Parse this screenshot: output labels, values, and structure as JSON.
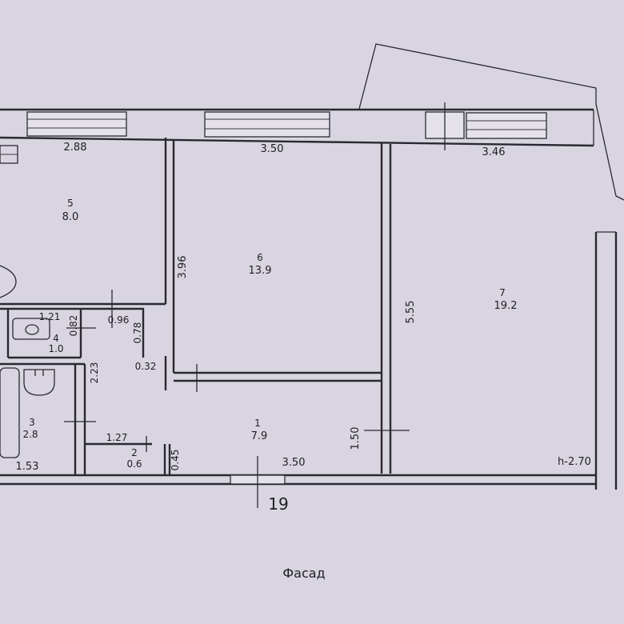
{
  "rooms": [
    {
      "number": "5",
      "area": "8.0"
    },
    {
      "number": "6",
      "area": "13.9"
    },
    {
      "number": "7",
      "area": "19.2"
    },
    {
      "number": "4",
      "area": "1.0"
    },
    {
      "number": "3",
      "area": "2.8"
    },
    {
      "number": "2",
      "area": "0.6"
    },
    {
      "number": "1",
      "area": "7.9"
    }
  ],
  "dimensions": {
    "room5_width": "2.88",
    "room6_width": "3.50",
    "room7_width": "3.46",
    "room6_depth": "3.96",
    "room7_depth": "5.55",
    "wc_width": "1.21",
    "wc_depth": "0.82",
    "d_096": "0.96",
    "d_078": "0.78",
    "d_032": "0.32",
    "d_223": "2.23",
    "closet_width": "1.27",
    "d_045": "0.45",
    "bath_width": "1.53",
    "hall_width": "3.50",
    "hall_depth": "1.50",
    "ceiling_height": "h-2.70"
  },
  "building_number": "19",
  "facade_label": "Фасад"
}
